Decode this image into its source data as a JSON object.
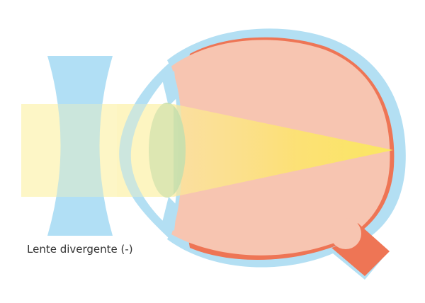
{
  "labels": {
    "lens": "Lente divergente (-)"
  },
  "colors": {
    "background": "#ffffff",
    "lens": "#a8dcf4",
    "sclera": "#b3dff3",
    "eyeball_fill": "#f7c5b1",
    "retina": "#ee7555",
    "optic_nerve": "#ee7555",
    "light_pale": "#fdf8c8",
    "light_bright": "#fbe85e",
    "crystalline_lens": "#c7dfad",
    "text": "#333333"
  },
  "icons": {
    "lens": "concave-lens-shape",
    "eye": "eyeball-cross-section",
    "light": "light-beam"
  }
}
